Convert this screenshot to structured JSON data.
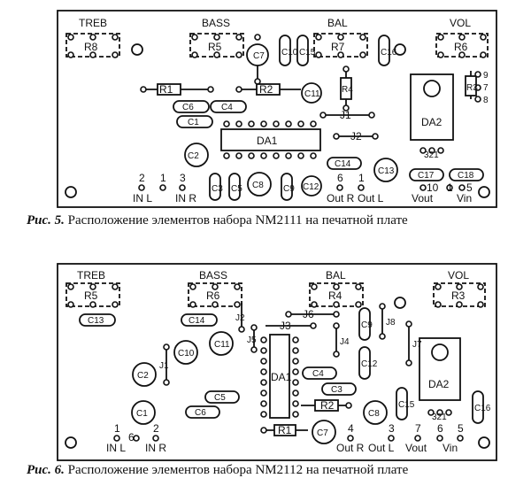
{
  "boards": [
    {
      "caption_bold": "Рис. 5.",
      "caption_text": " Расположение элементов набора NM2111 на печатной плате",
      "labels": {
        "treb": "TREB",
        "bass": "BASS",
        "bal": "BAL",
        "vol": "VOL",
        "r8": "R8",
        "r5": "R5",
        "r7": "R7",
        "r6": "R6",
        "c7": "C7",
        "c10": "C10",
        "c15": "C15",
        "c16": "C16",
        "r1": "R1",
        "r2": "R2",
        "c11": "C11",
        "r4": "R4",
        "r3": "R3",
        "c6": "C6",
        "c4": "C4",
        "c1": "C1",
        "j1": "J1",
        "j2": "J2",
        "da1": "DA1",
        "da2": "DA2",
        "c2": "C2",
        "c8": "C8",
        "c14": "C14",
        "c13": "C13",
        "c3": "C3",
        "c5": "C5",
        "c9": "C9",
        "c12": "C12",
        "c17": "C17",
        "c18": "C18",
        "p9": "9",
        "p7": "7",
        "p8": "8",
        "p321": "321",
        "pin2": "2",
        "pin1": "1",
        "pin3": "3",
        "in_l": "IN L",
        "in_r": "IN R",
        "pin6": "6",
        "pin1b": "1",
        "out_r": "Out R",
        "out_l": "Out L",
        "pin10": "10",
        "pin1c": "1",
        "pin5": "5",
        "vout": "Vout",
        "vin": "Vin"
      }
    },
    {
      "caption_bold": "Рис. 6.",
      "caption_text": " Расположение элементов набора NM2112 на печатной плате",
      "labels": {
        "treb": "TREB",
        "bass": "BASS",
        "bal": "BAL",
        "vol": "VOL",
        "r5": "R5",
        "r6": "R6",
        "r4": "R4",
        "r3": "R3",
        "c13": "C13",
        "c14": "C14",
        "j2": "J2",
        "j5": "J5",
        "j6": "J6",
        "j3": "J3",
        "j4": "J4",
        "c9": "C9",
        "j8": "J8",
        "j7": "J7",
        "c10": "C10",
        "c11": "C11",
        "j1": "J1",
        "c2": "C2",
        "da1": "DA1",
        "c4": "C4",
        "c12": "C12",
        "c3": "C3",
        "da2": "DA2",
        "c5": "C5",
        "c6": "C6",
        "r2": "R2",
        "c8": "C8",
        "c15": "C15",
        "c16": "C16",
        "c1": "C1",
        "r1": "R1",
        "c7": "C7",
        "p321": "321",
        "pin1": "1",
        "in_l": "IN L",
        "pin6": "6",
        "pin2": "2",
        "in_r": "IN R",
        "pin4": "4",
        "out_r": "Out R",
        "pin3": "3",
        "out_l": "Out L",
        "pin7": "7",
        "vout": "Vout",
        "pin6b": "6",
        "pin5": "5",
        "vin": "Vin"
      }
    }
  ]
}
